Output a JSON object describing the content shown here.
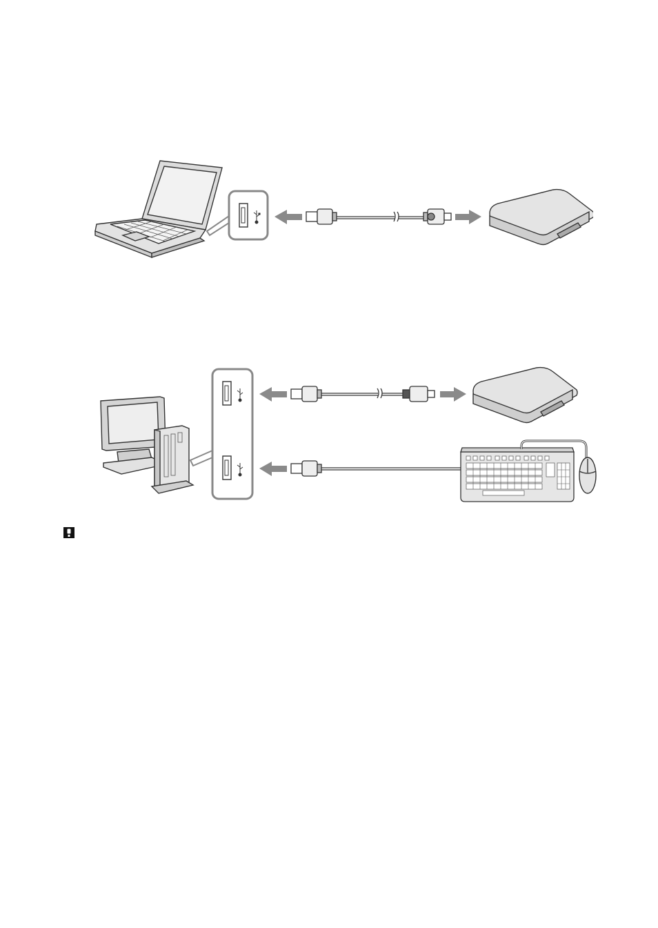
{
  "document": {
    "figures": [
      {
        "id": "laptop-connection",
        "host": "laptop-icon",
        "port_icon": "usb-port-icon",
        "cable": "usb-cable",
        "device": "card-reader-icon",
        "arrows": [
          "left-arrow",
          "right-arrow"
        ]
      },
      {
        "id": "desktop-connection",
        "host": "desktop-computer-icon",
        "ports": [
          "usb-port-icon",
          "usb-port-icon"
        ],
        "connections": [
          {
            "cable": "usb-cable",
            "device": "card-reader-icon"
          },
          {
            "cable": "usb-cable",
            "device": "keyboard-icon",
            "accessory": "mouse-icon"
          }
        ]
      }
    ],
    "notice_icon": "caution-icon"
  },
  "colors": {
    "line": "#333333",
    "fill_light": "#e6e6e6",
    "fill_mid": "#cccccc",
    "arrow": "#808080"
  }
}
